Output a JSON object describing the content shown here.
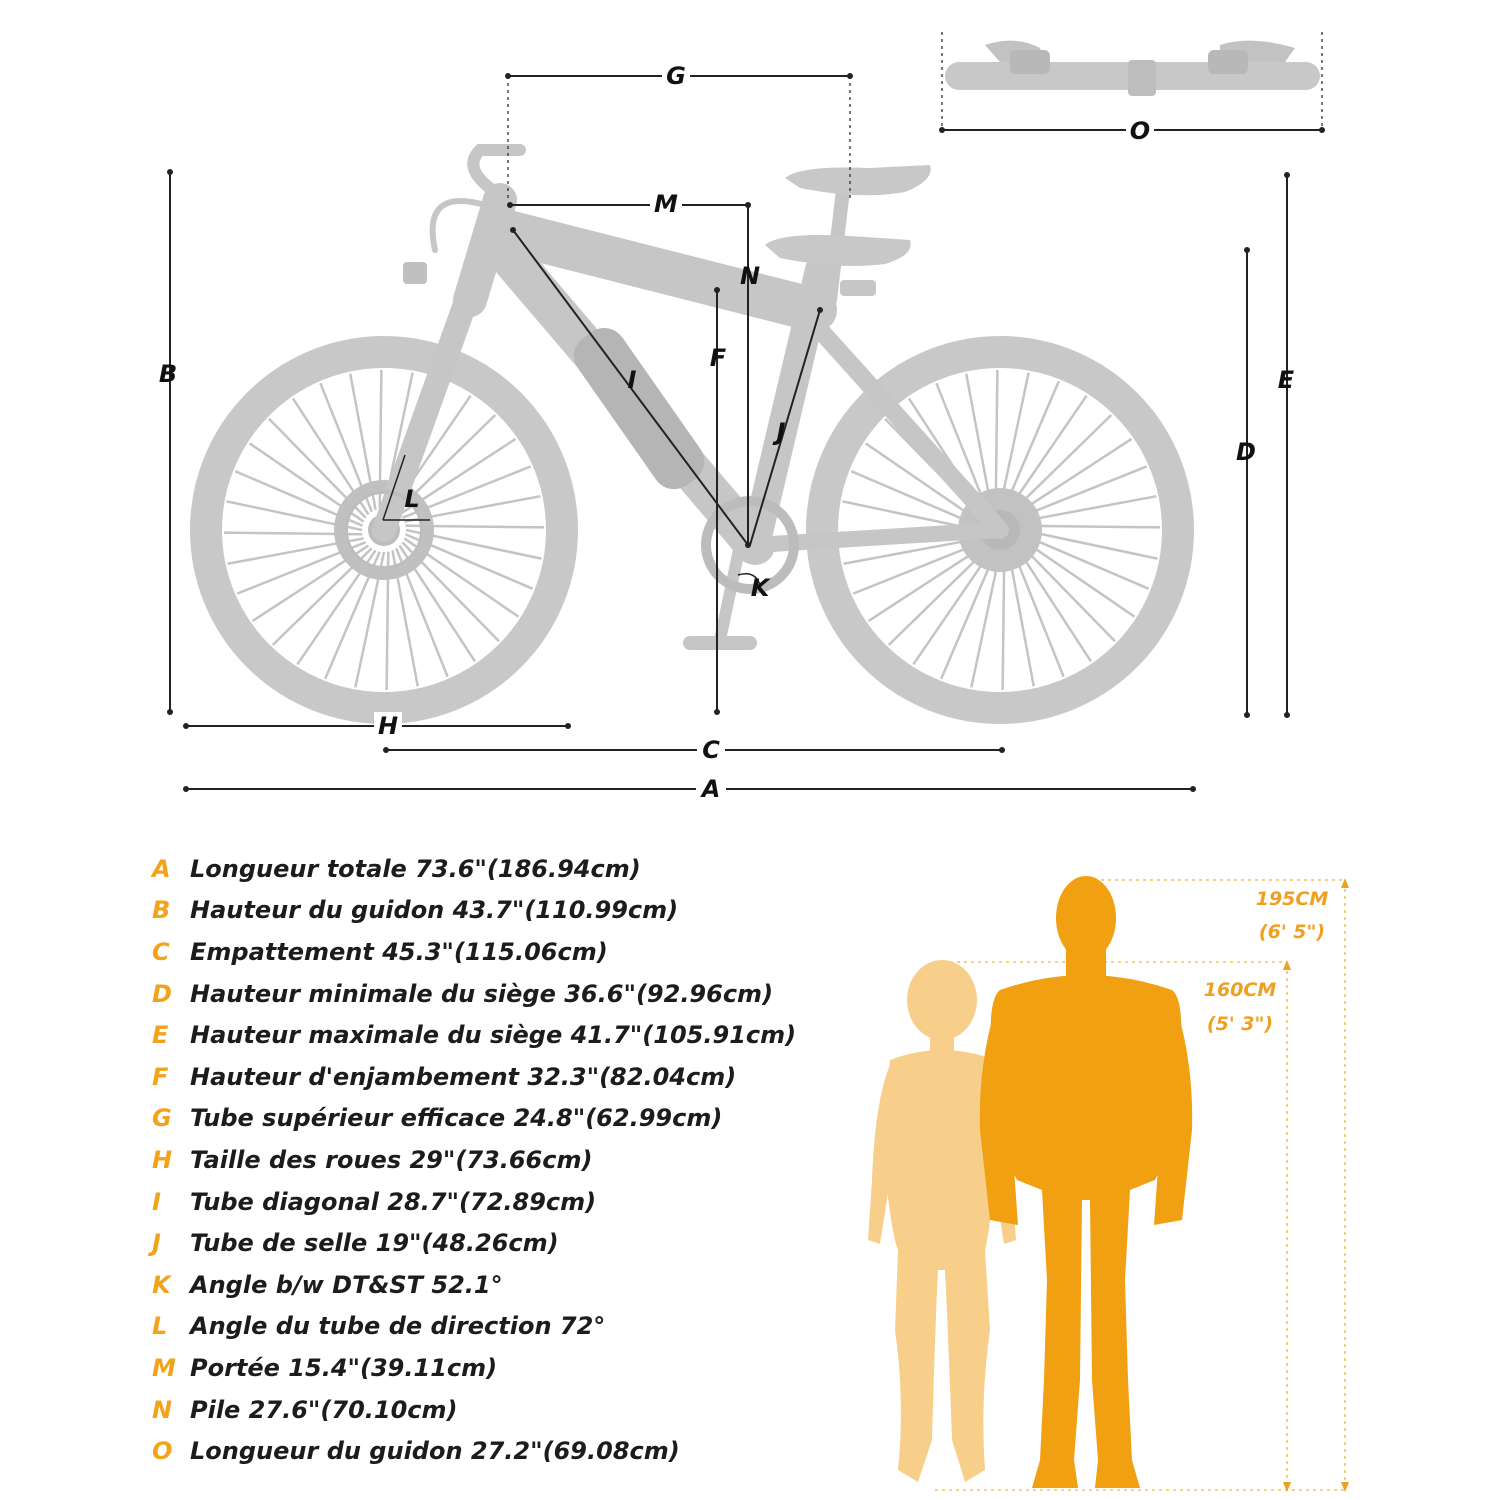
{
  "dimension_labels": {
    "A": "A",
    "B": "B",
    "C": "C",
    "D": "D",
    "E": "E",
    "F": "F",
    "G": "G",
    "H": "H",
    "I": "I",
    "J": "J",
    "K": "K",
    "L": "L",
    "M": "M",
    "N": "N",
    "O": "O"
  },
  "specs": [
    {
      "letter": "A",
      "text": "Longueur totale 73.6\"(186.94cm)"
    },
    {
      "letter": "B",
      "text": "Hauteur du guidon 43.7\"(110.99cm)"
    },
    {
      "letter": "C",
      "text": "Empattement 45.3\"(115.06cm)"
    },
    {
      "letter": "D",
      "text": "Hauteur minimale du siège 36.6\"(92.96cm)"
    },
    {
      "letter": "E",
      "text": "Hauteur maximale du siège 41.7\"(105.91cm)"
    },
    {
      "letter": "F",
      "text": "Hauteur d'enjambement 32.3\"(82.04cm)"
    },
    {
      "letter": "G",
      "text": "Tube supérieur efficace 24.8\"(62.99cm)"
    },
    {
      "letter": "H",
      "text": "Taille des roues 29\"(73.66cm)"
    },
    {
      "letter": "I",
      "text": "Tube diagonal 28.7\"(72.89cm)"
    },
    {
      "letter": "J",
      "text": "Tube de selle 19\"(48.26cm)"
    },
    {
      "letter": "K",
      "text": "Angle b/w DT&ST 52.1°"
    },
    {
      "letter": "L",
      "text": "Angle du tube de direction 72°"
    },
    {
      "letter": "M",
      "text": "Portée 15.4\"(39.11cm)"
    },
    {
      "letter": "N",
      "text": "Pile 27.6\"(70.10cm)"
    },
    {
      "letter": "O",
      "text": "Longueur du guidon 27.2\"(69.08cm)"
    }
  ],
  "height_scale": {
    "tall": {
      "cm": "195CM",
      "ft": "(6' 5\")"
    },
    "short": {
      "cm": "160CM",
      "ft": "(5' 3\")"
    }
  },
  "colors": {
    "bike": "#c8c8c8",
    "bike_dark": "#b4b4b4",
    "accent": "#f2a31a",
    "figure_tall": "#f0a010",
    "figure_short": "#f7cf8a",
    "line": "#222222"
  }
}
